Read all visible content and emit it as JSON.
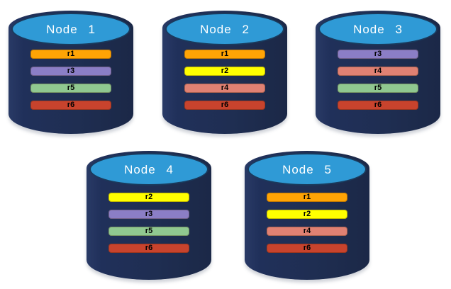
{
  "diagram": {
    "background": "#FFFFFF",
    "node_body_color": "#1F2E52",
    "node_top_color": "#2F9AD6",
    "title_text_color": "#FFFFFF",
    "bar_text_color": "#000000"
  },
  "replica_colors": {
    "r1": "#FFA405",
    "r2": "#FFFF00",
    "r3": "#8B7EC6",
    "r4": "#E08173",
    "r5": "#90C890",
    "r6": "#C8432D"
  },
  "nodes": [
    {
      "title": "Node 1",
      "replicas": [
        "r1",
        "r3",
        "r5",
        "r6"
      ]
    },
    {
      "title": "Node 2",
      "replicas": [
        "r1",
        "r2",
        "r4",
        "r6"
      ]
    },
    {
      "title": "Node 3",
      "replicas": [
        "r3",
        "r4",
        "r5",
        "r6"
      ]
    },
    {
      "title": "Node 4",
      "replicas": [
        "r2",
        "r3",
        "r5",
        "r6"
      ]
    },
    {
      "title": "Node 5",
      "replicas": [
        "r1",
        "r2",
        "r4",
        "r6"
      ]
    }
  ]
}
